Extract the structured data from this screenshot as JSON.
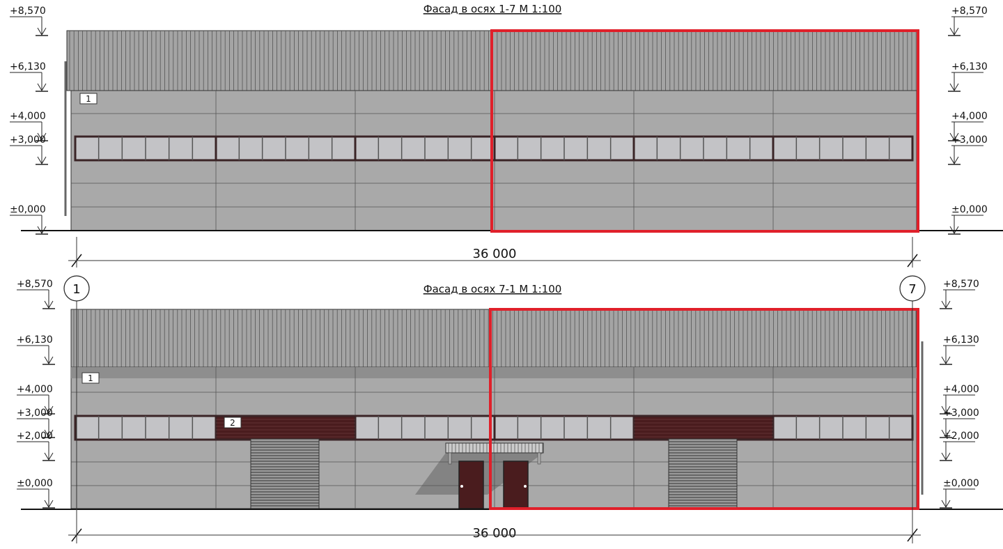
{
  "facades": [
    {
      "title": "Фасад в осях 1-7 М 1:100",
      "dimension": "36 000",
      "tags": [
        "1"
      ],
      "levels_left": [
        "+8,570",
        "+6,130",
        "+4,000",
        "+3,000",
        "±0,000"
      ],
      "levels_right": [
        "+8,570",
        "+6,130",
        "+4,000",
        "+3,000",
        "±0,000"
      ]
    },
    {
      "title": "Фасад в осях 7-1 М 1:100",
      "dimension": "36 000",
      "tags": [
        "1",
        "2"
      ],
      "axis_left": "1",
      "axis_right": "7",
      "levels_left": [
        "+8,570",
        "+6,130",
        "+4,000",
        "+3,000",
        "+2,000",
        "±0,000"
      ],
      "levels_right": [
        "+8,570",
        "+6,130",
        "+4,000",
        "+3,000",
        "+2,000",
        "±0,000"
      ]
    }
  ],
  "colors": {
    "highlight": "#e0202a",
    "wall": "#a9a9a9",
    "roof": "#a4a4a4",
    "frame": "#3a2426",
    "door": "#4a1c1e"
  }
}
